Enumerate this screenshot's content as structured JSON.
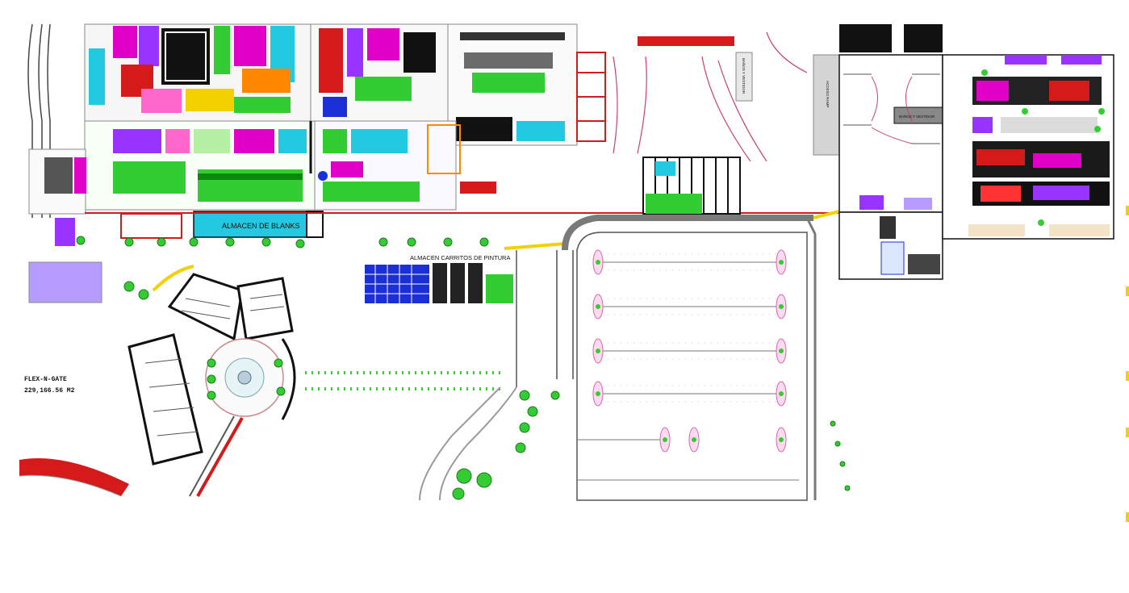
{
  "plant": {
    "name": "FLEX-N-GATE",
    "area": "229,166.56  M2"
  },
  "labels": {
    "blanks_warehouse": "ALMACEN DE BLANKS",
    "paint_carts_warehouse": "ALMACEN CARRITOS DE PINTURA",
    "bathroom_1": "BAÑOS Y VESTIDOR",
    "bathroom_2": "BAÑOS Y VESTIDOR",
    "access_ramp": "ACCESO RAMP"
  },
  "colors": {
    "magenta": "#e000c8",
    "green": "#33cc33",
    "red": "#d41a1a",
    "blue": "#1a2fd6",
    "cyan": "#22c9e0",
    "purple": "#9933ff",
    "yellow": "#f4d000",
    "black": "#111111",
    "gray": "#9a9a9a"
  }
}
